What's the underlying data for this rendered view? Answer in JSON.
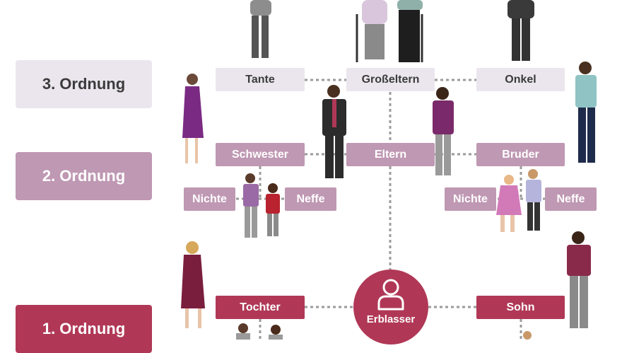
{
  "levels": {
    "third": "3. Ordnung",
    "second": "2. Ordnung",
    "first": "1. Ordnung"
  },
  "nodes": {
    "tante": "Tante",
    "grosseltern": "Großeltern",
    "onkel": "Onkel",
    "schwester": "Schwester",
    "eltern": "Eltern",
    "bruder": "Bruder",
    "nichte_left": "Nichte",
    "neffe_left": "Neffe",
    "nichte_right": "Nichte",
    "neffe_right": "Neffe",
    "tochter": "Tochter",
    "sohn": "Sohn",
    "erblasser": "Erblasser"
  },
  "colors": {
    "third": "#ebe6ee",
    "second": "#bf98b3",
    "first": "#b03856",
    "connector": "#9a9a9a"
  },
  "icons": {
    "erblasser": "person-icon"
  }
}
